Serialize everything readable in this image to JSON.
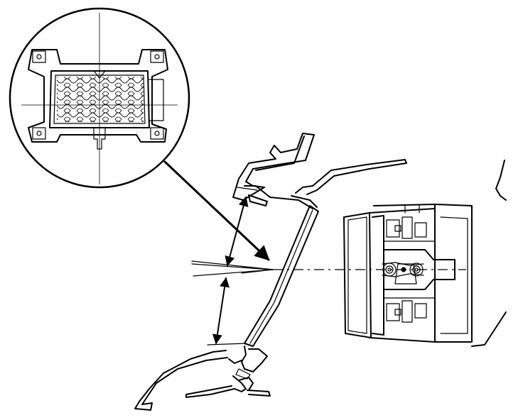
{
  "diagram": {
    "kind": "technical-line-drawing",
    "components": [
      "detail-magnifier-circle",
      "grille-emblem-detail",
      "leader-arrow",
      "hood-panel-section",
      "bumper-panel-section",
      "sensor-unit",
      "sensor-axis-centerline",
      "vertical-clearance-arrow",
      "angle-reference-lines"
    ]
  },
  "colors": {
    "line": "#000000",
    "background": "#ffffff"
  }
}
